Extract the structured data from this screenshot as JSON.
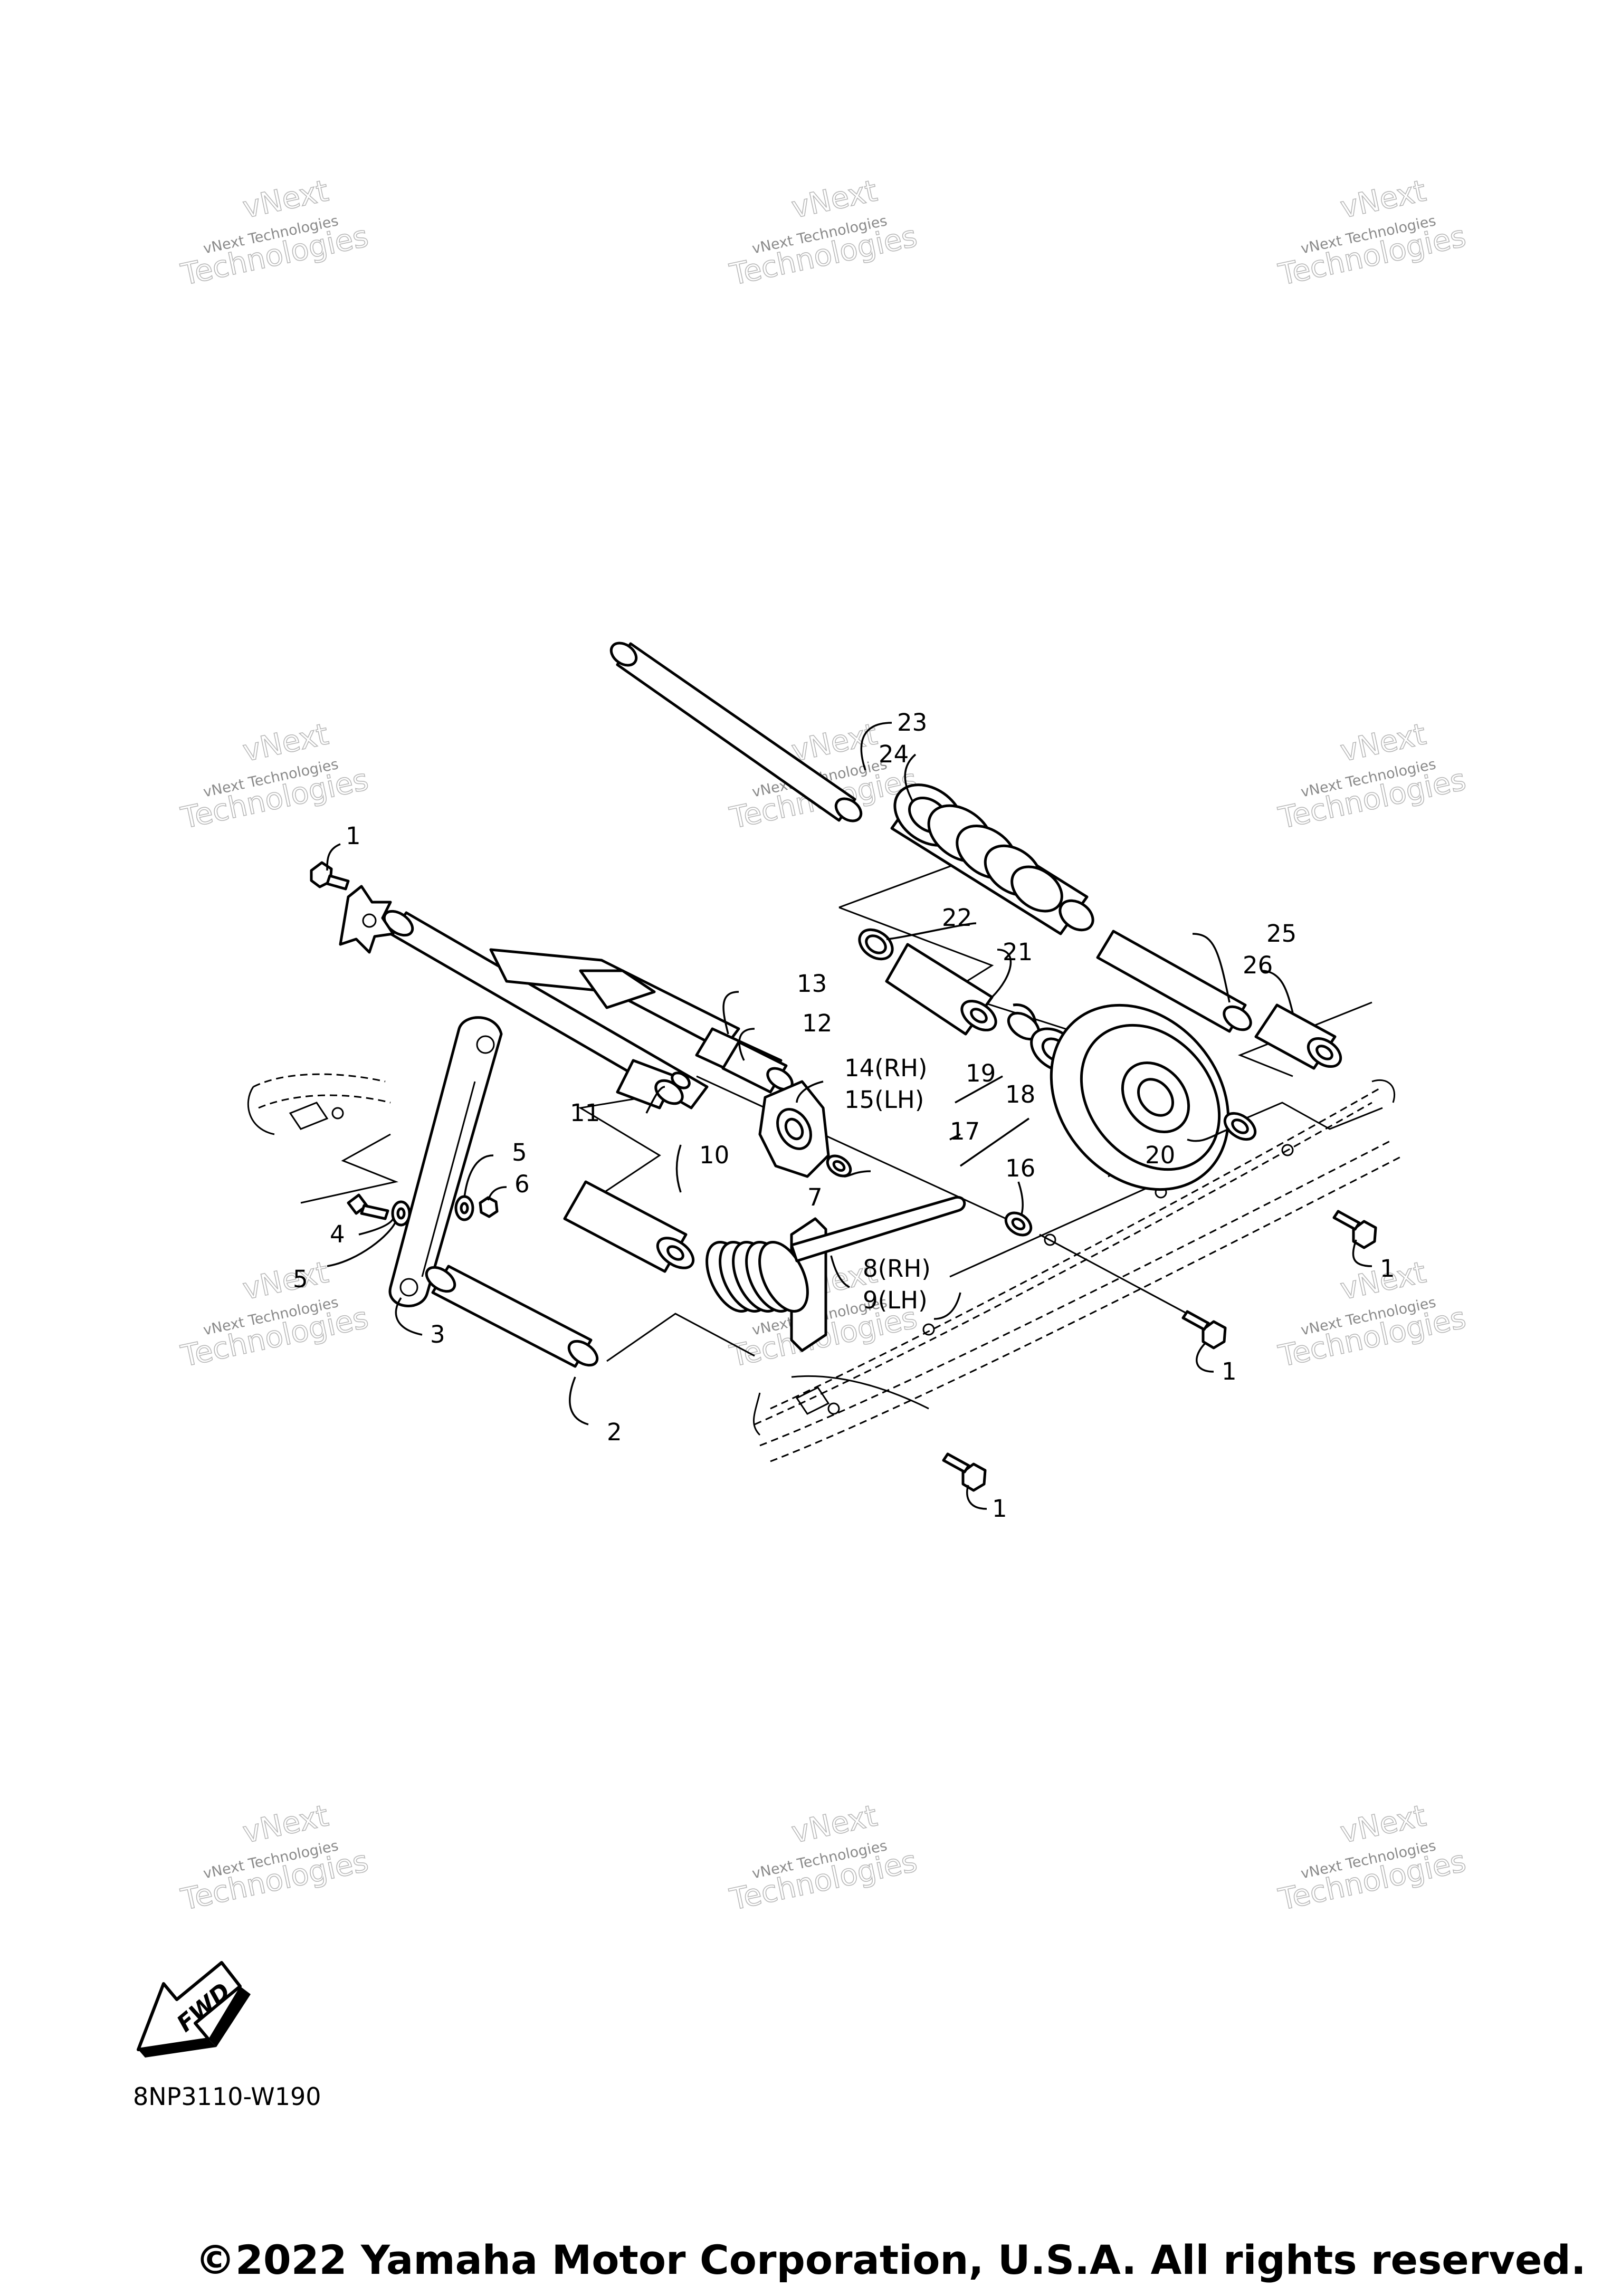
{
  "diagram": {
    "drawing_code": "8NP3110-W190",
    "copyright": "©2022 Yamaha Motor Corporation, U.S.A. All rights reserved.",
    "fwd_label": "FWD",
    "watermark": {
      "line1": "vNext Technologies",
      "line2": "vNext",
      "line3": "Technologies"
    },
    "callouts": {
      "c1a": "1",
      "c1b": "1",
      "c1c": "1",
      "c1d": "1",
      "c2": "2",
      "c3": "3",
      "c4": "4",
      "c5a": "5",
      "c5b": "5",
      "c6": "6",
      "c7": "7",
      "c8": "8(RH)",
      "c9": "9(LH)",
      "c10": "10",
      "c11": "11",
      "c12": "12",
      "c13": "13",
      "c14": "14(RH)",
      "c15": "15(LH)",
      "c16": "16",
      "c17": "17",
      "c18": "18",
      "c19": "19",
      "c20": "20",
      "c21": "21",
      "c22": "22",
      "c23": "23",
      "c24": "24",
      "c25": "25",
      "c26": "26"
    }
  }
}
